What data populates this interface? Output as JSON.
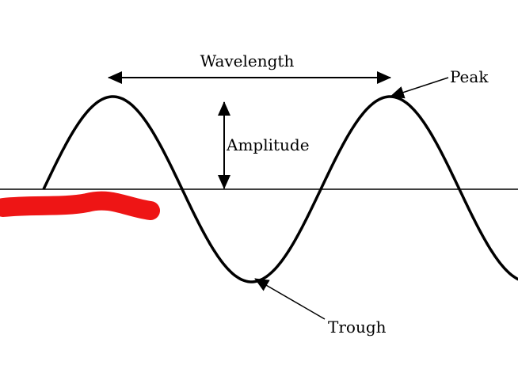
{
  "labels": {
    "wavelength": "Wavelength",
    "amplitude": "Amplitude",
    "peak": "Peak",
    "trough": "Trough"
  },
  "colors": {
    "wave": "#000000",
    "redaction": "#ee1515"
  }
}
